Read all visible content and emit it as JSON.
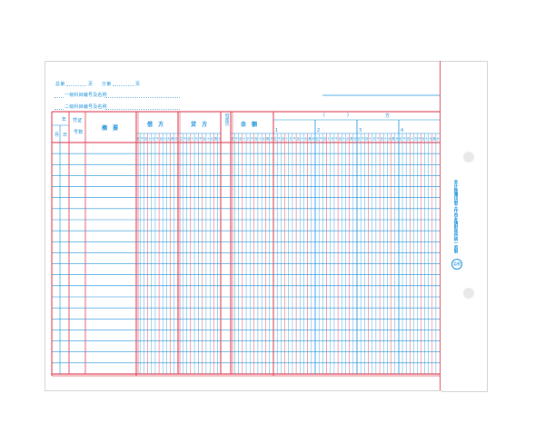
{
  "header": {
    "total_pages_label": "总第",
    "page_unit_1": "页",
    "sub_pages_label": "分第",
    "page_unit_2": "页",
    "first_level_label": "一级科目编号及名称",
    "second_level_label": "二级科目编号及名称"
  },
  "columns": {
    "year": "年",
    "month": "月",
    "day": "日",
    "voucher_label": "凭证",
    "voucher_no": "号数",
    "summary": "摘 要",
    "debit": "借 方",
    "credit": "贷 方",
    "debit_or_credit": "借或贷",
    "balance": "余 额",
    "sub_direction_open": "(",
    "sub_direction_close": ")",
    "sub_direction_suffix": "方",
    "sub_numbers": [
      "1",
      "2",
      "3",
      "4"
    ]
  },
  "digit_units": [
    "亿",
    "千",
    "百",
    "十",
    "万",
    "千",
    "百",
    "十",
    "元",
    "角",
    "分"
  ],
  "spine": {
    "vertical_text": "会计账簿印制工作由乡镇财政所统一监制",
    "stamp_text": "监制"
  },
  "colors": {
    "red_rule": "#e05063",
    "blue_rule": "#1890d8",
    "label": "#1890d8"
  }
}
